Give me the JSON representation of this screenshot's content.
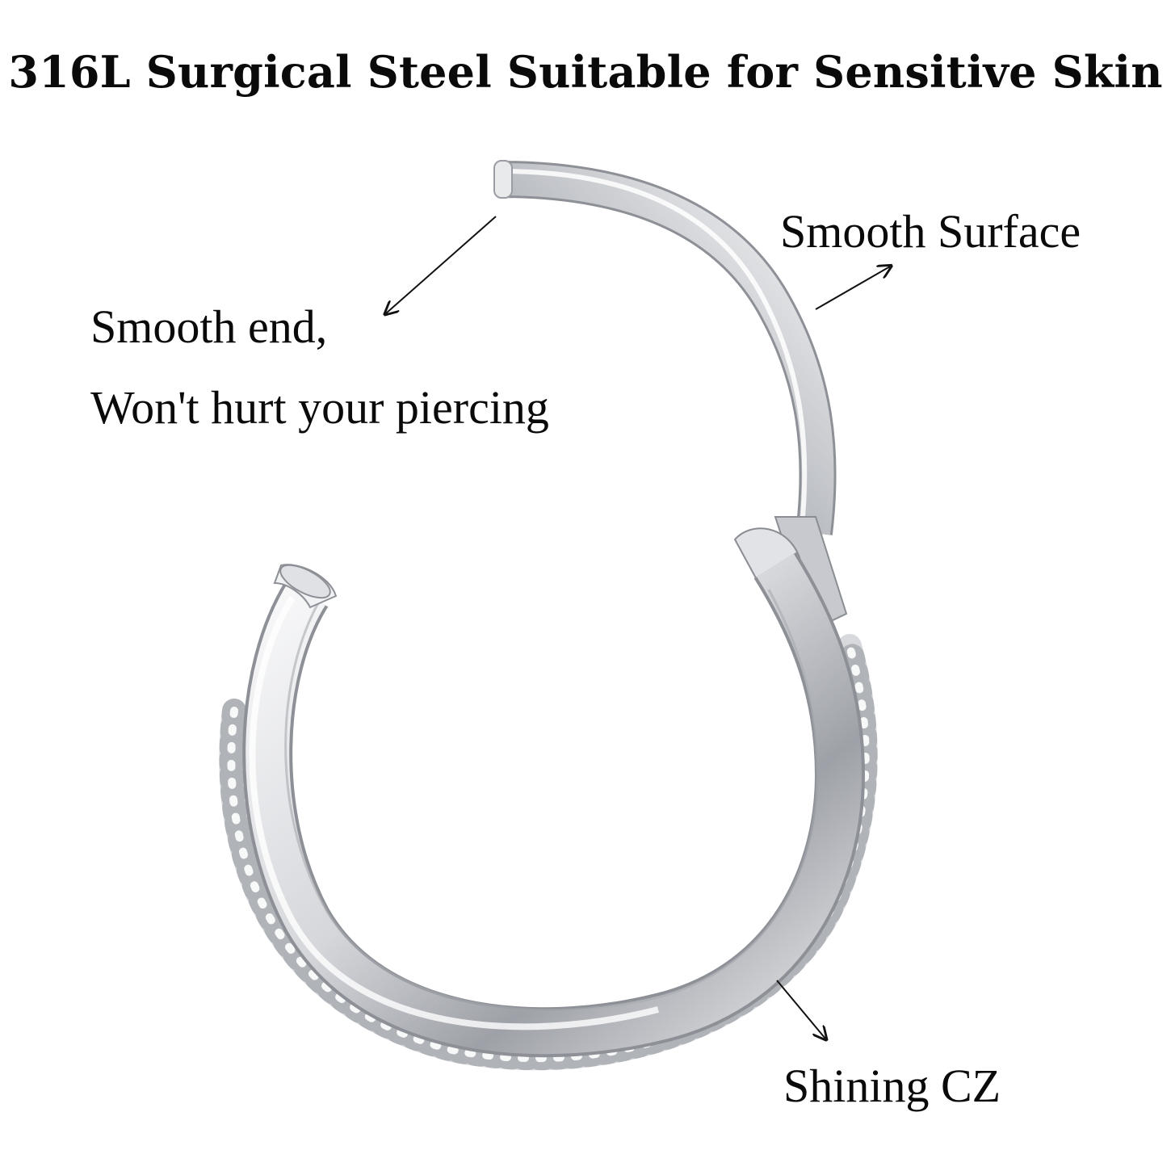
{
  "title": "316L Surgical Steel Suitable for Sensitive Skin",
  "labels": {
    "smooth_surface": "Smooth Surface",
    "smooth_end_line1": "Smooth end,",
    "smooth_end_line2": "Won't hurt your piercing",
    "shining_cz": "Shining CZ"
  },
  "colors": {
    "text": "#0a0a0a",
    "metal_light": "#f4f5f7",
    "metal_mid": "#c9cbd0",
    "metal_dark": "#8d9096",
    "background": "#ffffff"
  }
}
